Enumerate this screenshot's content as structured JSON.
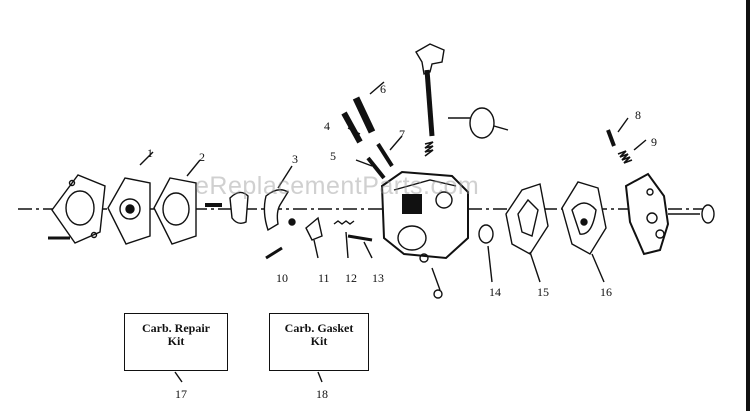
{
  "watermark": "eReplacementParts.com",
  "callouts": {
    "c1": "1",
    "c2": "2",
    "c3": "3",
    "c4": "4",
    "c5": "5",
    "c6": "6",
    "c7": "7",
    "c8": "8",
    "c9": "9",
    "c10": "10",
    "c11": "11",
    "c12": "12",
    "c13": "13",
    "c14": "14",
    "c15": "15",
    "c16": "16",
    "c17": "17",
    "c18": "18"
  },
  "kits": {
    "repair": {
      "line1": "Carb. Repair",
      "line2": "Kit"
    },
    "gasket": {
      "line1": "Carb. Gasket",
      "line2": "Kit"
    }
  },
  "colors": {
    "ink": "#111111",
    "paper": "#ffffff"
  }
}
